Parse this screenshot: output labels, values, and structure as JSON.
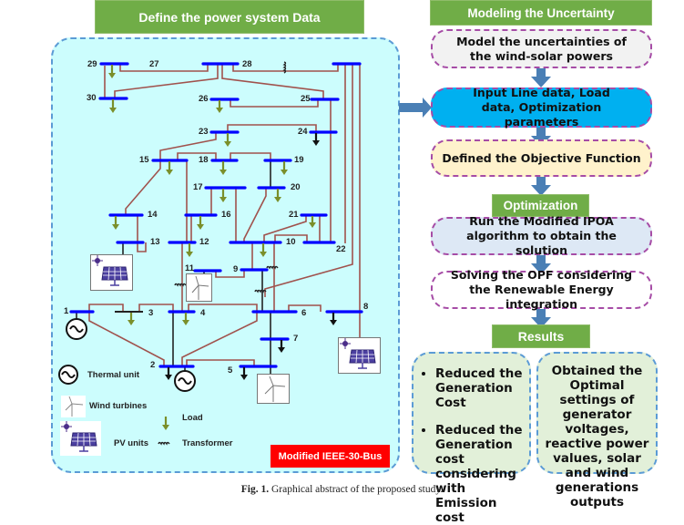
{
  "left": {
    "header": "Define the power system Data",
    "system_label": "Modified IEEE-30-Bus",
    "bus_numbers": [
      "1",
      "2",
      "3",
      "4",
      "5",
      "6",
      "7",
      "8",
      "9",
      "10",
      "11",
      "12",
      "13",
      "14",
      "15",
      "16",
      "17",
      "18",
      "19",
      "20",
      "21",
      "22",
      "23",
      "24",
      "25",
      "26",
      "27",
      "28",
      "29",
      "30"
    ],
    "legend": {
      "thermal": "Thermal unit",
      "wind": "Wind turbines",
      "load": "Load",
      "pv": "PV units",
      "transformer": "Transformer"
    }
  },
  "right": {
    "uncertainty_header": "Modeling the Uncertainty",
    "step1": "Model the uncertainties of the wind-solar powers",
    "step2": "Input Line data, Load data, Optimization parameters",
    "step3": "Defined the Objective Function",
    "optimization_header": "Optimization",
    "step4": "Run the Modified IPOA algorithm to obtain the solution",
    "step5": "Solving the OPF considering the Renewable Energy integration",
    "results_header": "Results",
    "results_left": [
      "Reduced the Generation Cost",
      "Reduced the Generation cost considering with Emission cost"
    ],
    "results_right": "Obtained the Optimal settings of generator voltages, reactive power values, solar and wind generations outputs"
  },
  "caption": {
    "label": "Fig. 1.",
    "text": "Graphical abstract of the proposed study."
  },
  "colors": {
    "header_green": "#70ad47",
    "panel_cyan": "#ccfdfd",
    "bus_blue": "#0000ff",
    "line_brown": "#a0524d",
    "load_green": "#7a8f2a",
    "arrow_blue": "#4a7fb5",
    "badge_red": "#ff0000"
  }
}
